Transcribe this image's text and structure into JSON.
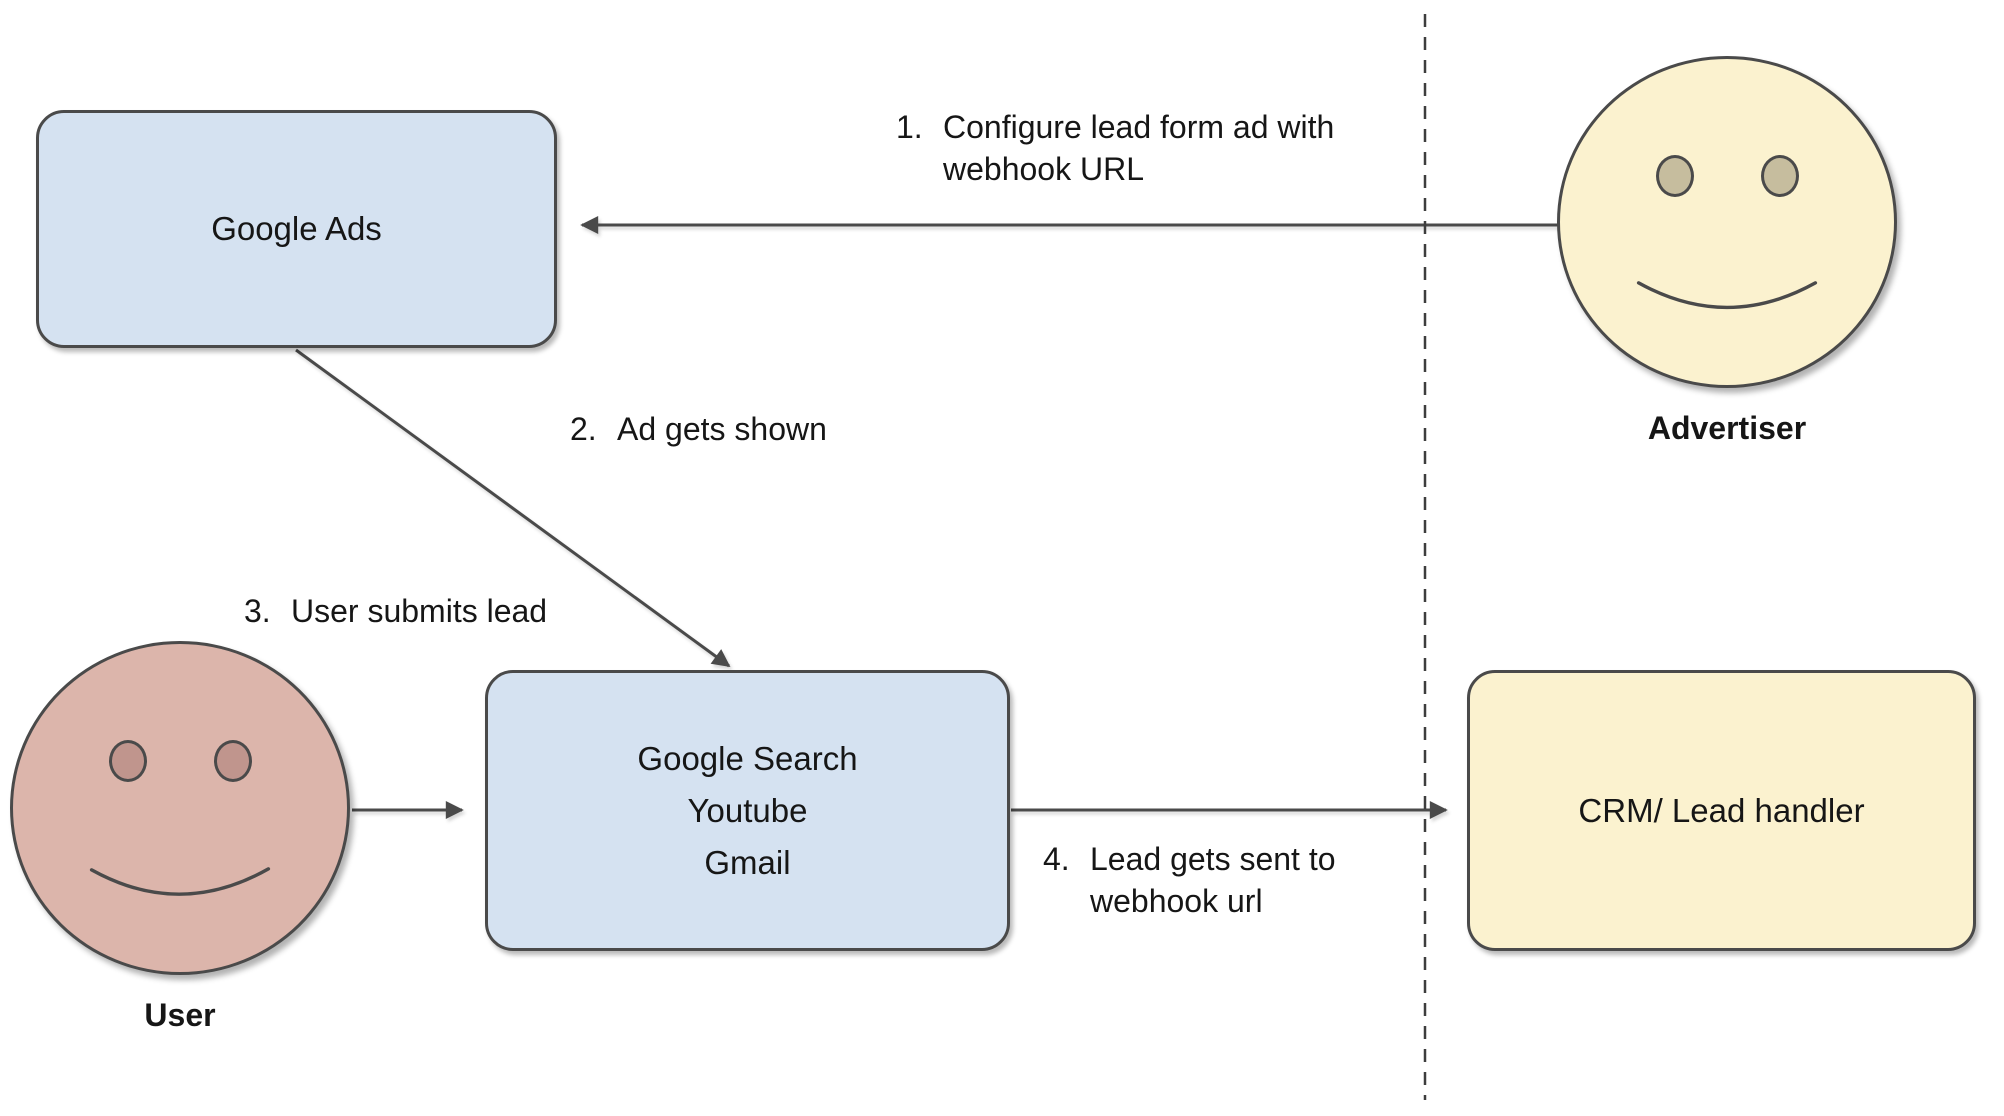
{
  "nodes": {
    "google_ads": {
      "label": "Google Ads"
    },
    "google_surfaces": {
      "lines": [
        "Google Search",
        "Youtube",
        "Gmail"
      ]
    },
    "crm": {
      "label": "CRM/ Lead handler"
    }
  },
  "actors": {
    "advertiser": {
      "label": "Advertiser"
    },
    "user": {
      "label": "User"
    }
  },
  "steps": [
    {
      "num": "1.",
      "lines": [
        "Configure lead form ad with",
        "webhook URL"
      ]
    },
    {
      "num": "2.",
      "lines": [
        "Ad gets shown"
      ]
    },
    {
      "num": "3.",
      "lines": [
        "User submits lead"
      ]
    },
    {
      "num": "4.",
      "lines": [
        "Lead gets sent to",
        "webhook url"
      ]
    }
  ],
  "colors": {
    "node_blue_fill": "#d5e2f1",
    "node_yellow_fill": "#fbf2cf",
    "face_pink_fill": "#dcb5ab",
    "user_eye_fill": "#c0958d",
    "advertiser_eye_fill": "#c6bd9e",
    "stroke": "#4a4a4a",
    "text": "#161616"
  }
}
